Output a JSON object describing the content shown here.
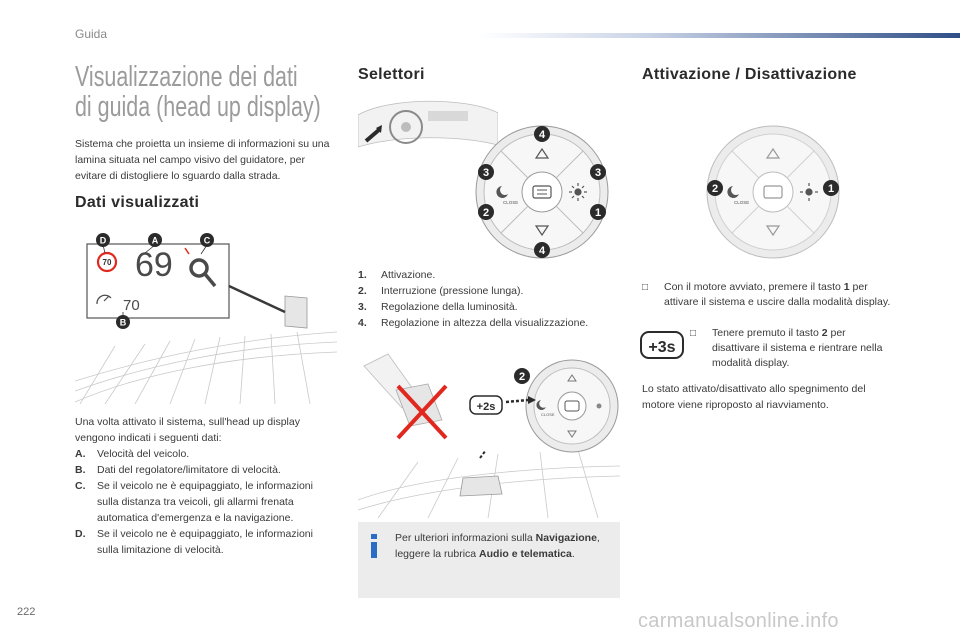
{
  "header": {
    "section": "Guida"
  },
  "title": {
    "line1": "Visualizzazione dei dati",
    "line2": "di guida (head up display)"
  },
  "intro": "Sistema che proietta un insieme di informazioni su una lamina situata nel campo visivo del guidatore, per evitare di distogliere lo sguardo dalla strada.",
  "dati": {
    "heading": "Dati visualizzati",
    "figure": {
      "label_a": "A",
      "label_b": "B",
      "label_c": "C",
      "label_d": "D",
      "speed": "69",
      "limit_sign": "70",
      "set_speed": "70"
    },
    "lead": "Una volta attivato il sistema, sull'head up display vengono indicati i seguenti dati:",
    "items": [
      {
        "letter": "A.",
        "text": "Velocità del veicolo."
      },
      {
        "letter": "B.",
        "text": "Dati del regolatore/limitatore di velocità."
      },
      {
        "letter": "C.",
        "text": "Se il veicolo ne è equipaggiato, le informazioni sulla distanza tra veicoli, gli allarmi frenata automatica d'emergenza e la navigazione."
      },
      {
        "letter": "D.",
        "text": "Se il veicolo ne è equipaggiato, le informazioni sulla limitazione di velocità."
      }
    ]
  },
  "selettori": {
    "heading": "Selettori",
    "wheel_numbers": [
      "4",
      "3",
      "3",
      "2",
      "1",
      "4"
    ],
    "wheel_close": "CLOSE",
    "items": [
      {
        "num": "1.",
        "text": "Attivazione."
      },
      {
        "num": "2.",
        "text": "Interruzione (pressione lunga)."
      },
      {
        "num": "3.",
        "text": "Regolazione della luminosità."
      },
      {
        "num": "4.",
        "text": "Regolazione in altezza della visualizzazione."
      }
    ],
    "figure2": {
      "badge": "2",
      "hold": "+2s",
      "close": "CLOSE"
    }
  },
  "info": {
    "text_before": "Per ulteriori informazioni sulla ",
    "bold1": "Navigazione",
    "text_mid": ", leggere la rubrica ",
    "bold2": "Audio e telematica",
    "text_after": "."
  },
  "attivazione": {
    "heading": "Attivazione / Disattivazione",
    "wheel_numbers": [
      "2",
      "1"
    ],
    "wheel_close": "CLOSE",
    "step1_before": "Con il motore avviato, premere il tasto ",
    "step1_key": "1",
    "step1_after": " per attivare il sistema e uscire dalla modalità display.",
    "hold_badge": "+3s",
    "step2_before": "Tenere premuto il tasto ",
    "step2_key": "2",
    "step2_after": " per disattivare il sistema e rientrare nella modalità display.",
    "note": "Lo stato attivato/disattivato allo spegnimento del motore viene riproposto al riavviamento."
  },
  "footer": {
    "page_number": "222",
    "watermark": "carmanualsonline.info"
  },
  "colors": {
    "accent_blue": "#2f4e86",
    "info_icon": "#2b6cc4",
    "badge_dark": "#2b2b2b",
    "cross_red": "#e0281e"
  }
}
